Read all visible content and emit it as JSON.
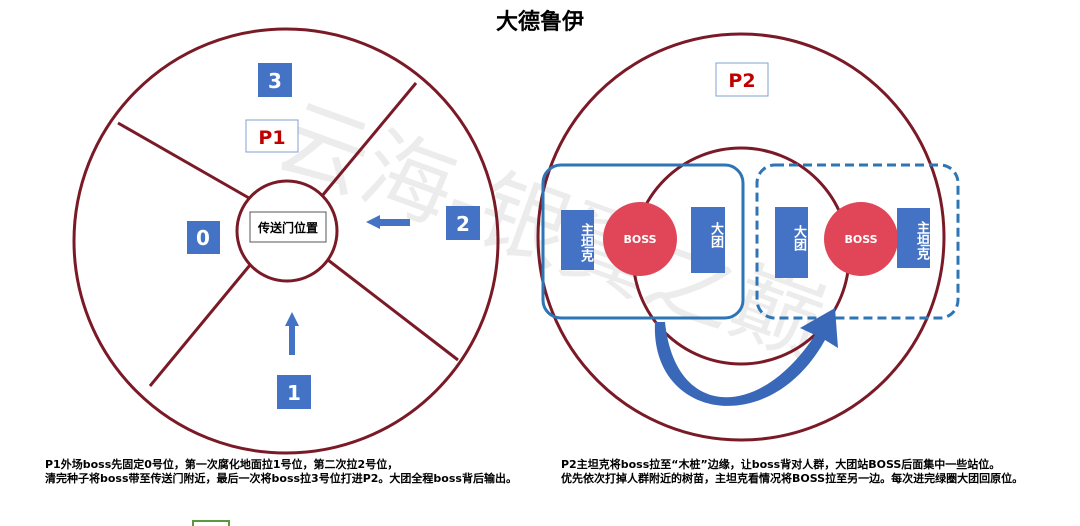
{
  "title": "大德鲁伊",
  "watermark": "云海-银翼之巅",
  "p1": {
    "label": "P1",
    "positions": [
      "0",
      "1",
      "2",
      "3"
    ],
    "portal": "传送门位置"
  },
  "p2": {
    "label": "P2",
    "tank": "主坦克",
    "boss": "BOSS",
    "raid": "大团"
  },
  "notes": {
    "p1_line1": "P1外场boss先固定0号位，第一次腐化地面拉1号位，第二次拉2号位，",
    "p1_line2": "清完种子将boss带至传送门附近，最后一次将boss拉3号位打进P2。大团全程boss背后输出。",
    "p2_line1": "P2主坦克将boss拉至“木桩”边缘，让boss背对人群，大团站BOSS后面集中一些站位。",
    "p2_line2": "优先依次打掉人群附近的树苗，主坦克看情况将BOSS拉至另一边。每次进完绿圈大团回原位。"
  },
  "colors": {
    "ring": "#7b1a27",
    "box": "#4472c4",
    "boss": "#e04558",
    "p_label": "#c00000",
    "frame": "#2e75b6"
  }
}
